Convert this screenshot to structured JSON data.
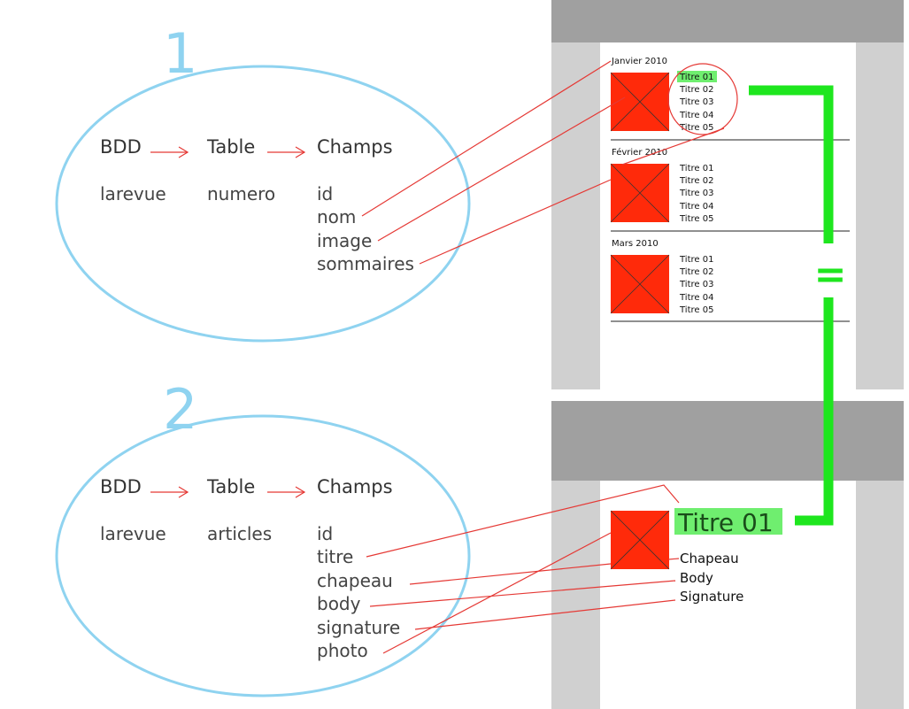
{
  "colors": {
    "ellipse": "#8fd3f0",
    "link_line": "#e53935",
    "image_box": "#ff2a0a",
    "highlight": "#6fee6f",
    "equal_bracket": "#1ee61e",
    "column_gray": "#d0d0d0",
    "header_gray": "#a0a0a0"
  },
  "section1": {
    "number": "1",
    "headers": {
      "bdd": "BDD",
      "table": "Table",
      "champs": "Champs"
    },
    "bdd_value": "larevue",
    "table_value": "numero",
    "fields": [
      "id",
      "nom",
      "image",
      "sommaires"
    ]
  },
  "section2": {
    "number": "2",
    "headers": {
      "bdd": "BDD",
      "table": "Table",
      "champs": "Champs"
    },
    "bdd_value": "larevue",
    "table_value": "articles",
    "fields": [
      "id",
      "titre",
      "chapeau",
      "body",
      "signature",
      "photo"
    ]
  },
  "issues_page": {
    "issues": [
      {
        "date": "Janvier 2010",
        "titles": [
          "Titre 01",
          "Titre 02",
          "Titre 03",
          "Titre 04",
          "Titre 05"
        ],
        "highlighted_index": 0
      },
      {
        "date": "Février 2010",
        "titles": [
          "Titre 01",
          "Titre 02",
          "Titre 03",
          "Titre 04",
          "Titre 05"
        ]
      },
      {
        "date": "Mars 2010",
        "titles": [
          "Titre 01",
          "Titre 02",
          "Titre 03",
          "Titre 04",
          "Titre 05"
        ]
      }
    ]
  },
  "article_page": {
    "title": "Titre 01",
    "chapeau": "Chapeau",
    "body": "Body",
    "signature": "Signature"
  },
  "equals_sign": "="
}
